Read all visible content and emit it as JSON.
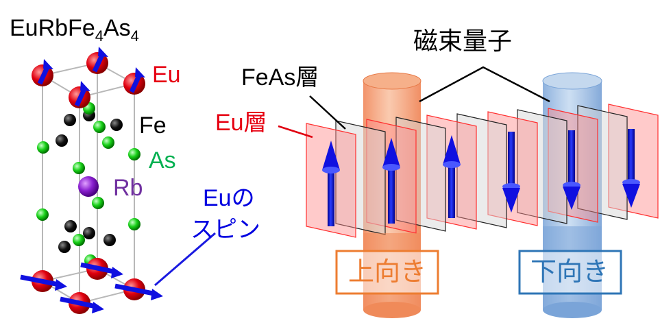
{
  "crystal": {
    "formula": {
      "base": "EuRbFe",
      "sub1": "4",
      "mid": "As",
      "sub2": "4"
    },
    "labels": {
      "eu": "Eu",
      "fe": "Fe",
      "as": "As",
      "rb": "Rb"
    },
    "spin_label": [
      "Euの",
      "スピン"
    ]
  },
  "layers": {
    "title_flux": "磁束量子",
    "feas_label": "FeAs層",
    "eu_label": "Eu層",
    "up_label": "上向き",
    "down_label": "下向き"
  },
  "colors": {
    "eu_red": "#e60012",
    "as_green": "#00b050",
    "rb_purple": "#7030a0",
    "spin_blue": "#0000e0",
    "flux_up": "#f4a070",
    "flux_down": "#8db4e2",
    "up_box": "#ed7d31",
    "down_box": "#2e75b6"
  },
  "spins": [
    "up",
    "up",
    "up",
    "down",
    "down",
    "down"
  ]
}
